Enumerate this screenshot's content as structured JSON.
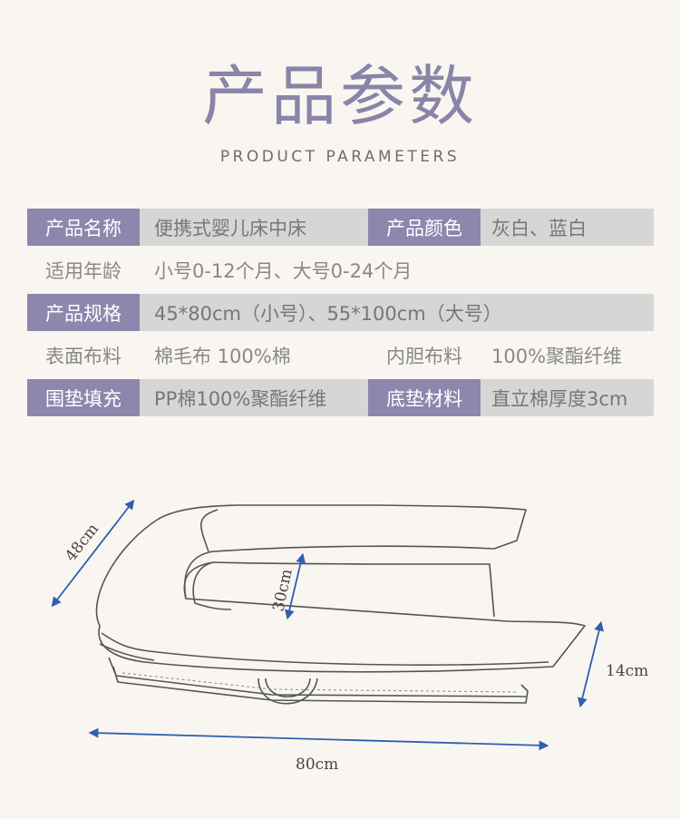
{
  "header": {
    "title": "产品参数",
    "subtitle": "PRODUCT PARAMETERS"
  },
  "params": [
    {
      "k1": "产品名称",
      "v1": "便携式婴儿床中床",
      "k2": "产品颜色",
      "v2": "灰白、蓝白"
    },
    {
      "k1": "适用年龄",
      "v1": "小号0-12个月、大号0-24个月"
    },
    {
      "k1": "产品规格",
      "v1": "45*80cm（小号）、55*100cm（大号）"
    },
    {
      "k1": "表面布料",
      "v1": "棉毛布 100%棉",
      "k2": "内胆布料",
      "v2": "100%聚酯纤维"
    },
    {
      "k1": "围垫填充",
      "v1": "PP棉100%聚酯纤维",
      "k2": "底垫材料",
      "v2": "直立棉厚度3cm"
    }
  ],
  "dimensions": {
    "width": "48cm",
    "inner": "30cm",
    "height": "14cm",
    "length": "80cm"
  },
  "colors": {
    "accent": "#8d86ad",
    "title": "#8a84a8",
    "stripe": "#d6d6d6",
    "arrow": "#2f5fae"
  }
}
